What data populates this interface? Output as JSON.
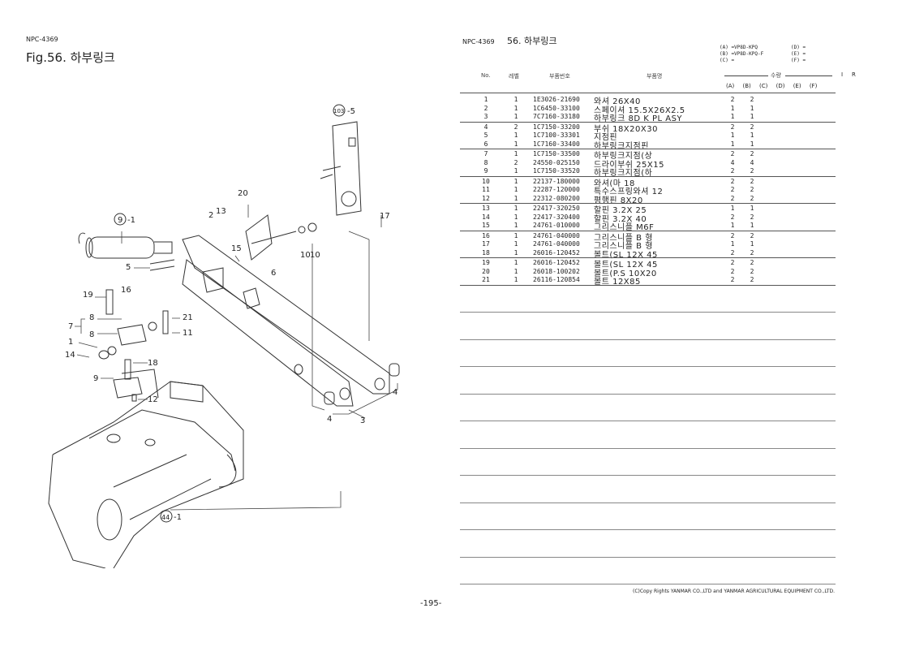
{
  "left_page": {
    "doc_code": "NPC-4369",
    "figure_title": "Fig.56.  하부링크"
  },
  "right_page": {
    "doc_code": "NPC-4369",
    "section_title": "56.  하부링크",
    "models": [
      "(A) =VP8D-KPQ",
      "(B) =VP8D-KPQ-F",
      "(C) =",
      "(D) =",
      "(E) =",
      "(F) ="
    ],
    "headers": {
      "no": "No.",
      "level": "레벨",
      "part_no": "부품번호",
      "part_name": "부품명",
      "qty": "수량",
      "i": "I",
      "r": "R",
      "qty_cols": [
        "(A)",
        "(B)",
        "(C)",
        "(D)",
        "(E)",
        "(F)"
      ]
    },
    "rows": [
      {
        "no": "1",
        "level": "1",
        "part_no": "1E3026-21690",
        "name": "와셔 26X40",
        "a": "2",
        "b": "2"
      },
      {
        "no": "2",
        "level": "1",
        "part_no": "1C6450-33100",
        "name": "스페이셔 15.5X26X2.5",
        "a": "1",
        "b": "1"
      },
      {
        "no": "3",
        "level": "1",
        "part_no": "7C7160-33180",
        "name": "하부링크 8D K PL  ASY",
        "a": "1",
        "b": "1"
      },
      {
        "no": "4",
        "level": "2",
        "part_no": "1C7150-33200",
        "name": "부쉬 18X20X30",
        "a": "2",
        "b": "2"
      },
      {
        "no": "5",
        "level": "1",
        "part_no": "1C7100-33301",
        "name": "지점핀",
        "a": "1",
        "b": "1"
      },
      {
        "no": "6",
        "level": "1",
        "part_no": "1C7160-33400",
        "name": "하부링크지점핀",
        "a": "1",
        "b": "1"
      },
      {
        "no": "7",
        "level": "1",
        "part_no": "1C7150-33500",
        "name": "하부링크지점(상",
        "a": "2",
        "b": "2"
      },
      {
        "no": "8",
        "level": "2",
        "part_no": "24550-025150",
        "name": "드라이부쉬 25X15",
        "a": "4",
        "b": "4"
      },
      {
        "no": "9",
        "level": "1",
        "part_no": "1C7150-33520",
        "name": "하부링크지점(하",
        "a": "2",
        "b": "2"
      },
      {
        "no": "10",
        "level": "1",
        "part_no": "22137-180000",
        "name": "와셔(마 18",
        "a": "2",
        "b": "2"
      },
      {
        "no": "11",
        "level": "1",
        "part_no": "22287-120000",
        "name": "특수스프링와셔 12",
        "a": "2",
        "b": "2"
      },
      {
        "no": "12",
        "level": "1",
        "part_no": "22312-080200",
        "name": "평행핀 8X20",
        "a": "2",
        "b": "2"
      },
      {
        "no": "13",
        "level": "1",
        "part_no": "22417-320250",
        "name": "할핀 3.2X 25",
        "a": "1",
        "b": "1"
      },
      {
        "no": "14",
        "level": "1",
        "part_no": "22417-320400",
        "name": "할핀 3.2X 40",
        "a": "2",
        "b": "2"
      },
      {
        "no": "15",
        "level": "1",
        "part_no": "24761-010000",
        "name": "그리스니플 M6F",
        "a": "1",
        "b": "1"
      },
      {
        "no": "16",
        "level": "1",
        "part_no": "24761-040000",
        "name": "그리스니플 B 형",
        "a": "2",
        "b": "2"
      },
      {
        "no": "17",
        "level": "1",
        "part_no": "24761-040000",
        "name": "그리스니플 B 형",
        "a": "1",
        "b": "1"
      },
      {
        "no": "18",
        "level": "1",
        "part_no": "26016-120452",
        "name": "볼트(SL 12X 45",
        "a": "2",
        "b": "2"
      },
      {
        "no": "19",
        "level": "1",
        "part_no": "26016-120452",
        "name": "볼트(SL 12X 45",
        "a": "2",
        "b": "2"
      },
      {
        "no": "20",
        "level": "1",
        "part_no": "26018-100202",
        "name": "볼트(P.S 10X20",
        "a": "2",
        "b": "2"
      },
      {
        "no": "21",
        "level": "1",
        "part_no": "26116-120854",
        "name": "볼트 12X85",
        "a": "2",
        "b": "2"
      }
    ],
    "copyright": "(C)Copy Rights  YANMAR CO.,LTD and YANMAR AGRICULTURAL EQUIPMENT CO.,LTD."
  },
  "page_number": "-195-",
  "callouts": {
    "c103": "103",
    "c103_suffix": "-5",
    "c9": "9",
    "c9_suffix": "-1",
    "c44": "44",
    "c44_suffix": "-1",
    "n20": "20",
    "n13": "13",
    "n2": "2",
    "n17": "17",
    "n15": "15",
    "n10a": "10",
    "n10b": "10",
    "n6": "6",
    "n5": "5",
    "n19": "19",
    "n16": "16",
    "n8a": "8",
    "n21": "21",
    "n7": "7",
    "n11": "11",
    "n8b": "8",
    "n1": "1",
    "n14": "14",
    "n18": "18",
    "n9": "9",
    "n12": "12",
    "n4a": "4",
    "n4b": "4",
    "n3": "3"
  }
}
